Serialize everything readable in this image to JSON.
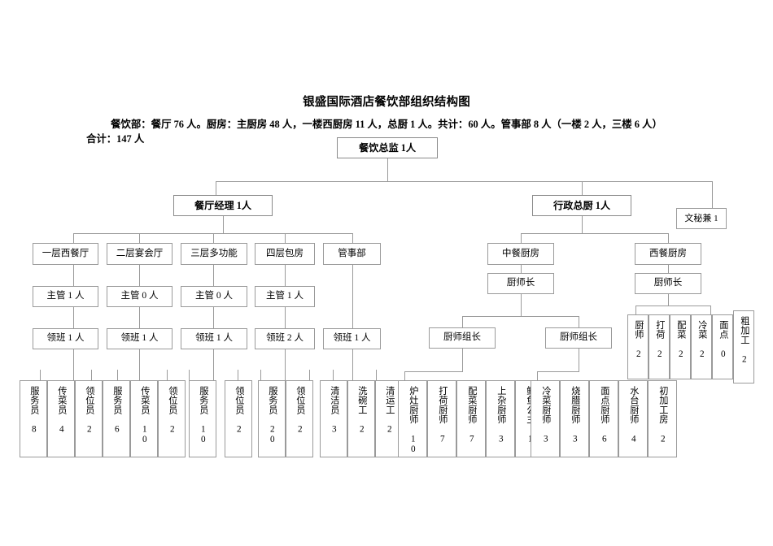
{
  "document": {
    "title": "银盛国际酒店餐饮部组织结构图",
    "subtitle_line1": "餐饮部：餐厅 76 人。厨房：主厨房 48 人，一楼西厨房 11 人，总厨 1 人。共计：60 人。管事部 8 人（一楼 2 人，三楼 6 人）",
    "subtitle_line2": "合计：147 人"
  },
  "chart_data": {
    "type": "diagram",
    "title": "银盛国际酒店餐饮部组织结构图",
    "root": "餐饮总监  1人"
  },
  "nodes": {
    "director": "餐饮总监   1人",
    "restaurant_manager": "餐厅经理   1人",
    "executive_chef": "行政总厨   1人",
    "secretary": "文秘兼 1",
    "departments": [
      {
        "label": "一层西餐厅"
      },
      {
        "label": "二层宴会厅"
      },
      {
        "label": "三层多功能"
      },
      {
        "label": "四层包房"
      },
      {
        "label": "管事部"
      }
    ],
    "supervisors": [
      {
        "label": "主管 1 人"
      },
      {
        "label": "主管 0 人"
      },
      {
        "label": "主管 0 人"
      },
      {
        "label": "主管 1 人"
      }
    ],
    "foremen": [
      {
        "label": "领班  1 人"
      },
      {
        "label": "领班  1 人"
      },
      {
        "label": "领班  1 人"
      },
      {
        "label": "领班  2 人"
      },
      {
        "label": "领班 1 人"
      }
    ],
    "staff_floor1": [
      {
        "label": "服务员 8"
      },
      {
        "label": "传菜员 4"
      },
      {
        "label": "领位员 2"
      }
    ],
    "staff_floor2": [
      {
        "label": "服务员 6"
      },
      {
        "label": "传菜员 10"
      },
      {
        "label": "领位员 2"
      }
    ],
    "staff_floor3": [
      {
        "label": "服务员 10"
      },
      {
        "label": "领位员 2"
      }
    ],
    "staff_floor4": [
      {
        "label": "服务员 20"
      },
      {
        "label": "领位员 2"
      }
    ],
    "staff_stewarding": [
      {
        "label": "清洁员 3"
      },
      {
        "label": "洗碗工 2"
      },
      {
        "label": "清运工 2"
      }
    ],
    "chinese_kitchen": "中餐厨房",
    "chinese_head_chef": "厨师长",
    "chinese_group_leader_left": "厨师组长",
    "chinese_group_leader_right": "厨师组长",
    "chinese_staff_left": [
      {
        "label": "炉灶厨师 10"
      },
      {
        "label": "打荷厨师 7"
      },
      {
        "label": "配菜厨师 7"
      },
      {
        "label": "上杂厨师 3"
      },
      {
        "label": "鲍鱼公主 1"
      }
    ],
    "chinese_staff_right": [
      {
        "label": "冷菜厨师 3"
      },
      {
        "label": "烧腊厨师 3"
      },
      {
        "label": "面点厨师 6"
      },
      {
        "label": "水台厨师 4"
      },
      {
        "label": "初加工房 2"
      }
    ],
    "western_kitchen": "西餐厨房",
    "western_head_chef": "厨师长",
    "western_staff": [
      {
        "label": "厨师 2"
      },
      {
        "label": "打荷 2"
      },
      {
        "label": "配菜 2"
      },
      {
        "label": "冷菜 2"
      },
      {
        "label": "面点 0"
      },
      {
        "label": "粗加工 2"
      }
    ]
  },
  "colors": {
    "border": "#9a9a9a",
    "text": "#000000",
    "background": "#ffffff"
  }
}
